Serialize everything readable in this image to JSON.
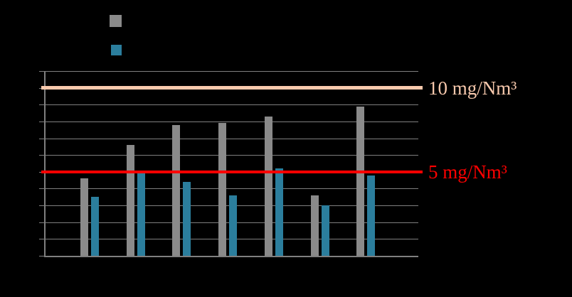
{
  "chart_data": {
    "type": "bar",
    "title": "",
    "groups": 7,
    "categories": [
      "",
      "",
      "",
      "",
      "",
      "",
      ""
    ],
    "series": [
      {
        "name": "gray",
        "color": "#8A8A8A",
        "values": [
          4.6,
          6.6,
          7.8,
          7.9,
          8.3,
          3.6,
          8.9
        ]
      },
      {
        "name": "teal",
        "color": "#2B7E9D",
        "values": [
          3.5,
          4.9,
          4.4,
          3.6,
          5.2,
          3.0,
          4.8
        ]
      }
    ],
    "ylim": [
      0,
      11
    ],
    "gridline_step": 1,
    "grid": true,
    "legend_position": "top-left",
    "reference_lines": [
      {
        "value": 10,
        "label": "10 mg/Nm³",
        "color": "#F8C9AD",
        "thickness": 5
      },
      {
        "value": 5,
        "label": "5 mg/Nm³",
        "color": "#FF0000",
        "thickness": 4
      }
    ]
  },
  "legend": {
    "swatches": [
      {
        "name": "gray",
        "color": "#8A8A8A"
      },
      {
        "name": "teal",
        "color": "#2B7E9D"
      }
    ]
  },
  "colors": {
    "background": "#000000",
    "gridline": "#7F7F7F",
    "axis": "#7F7F7F"
  }
}
